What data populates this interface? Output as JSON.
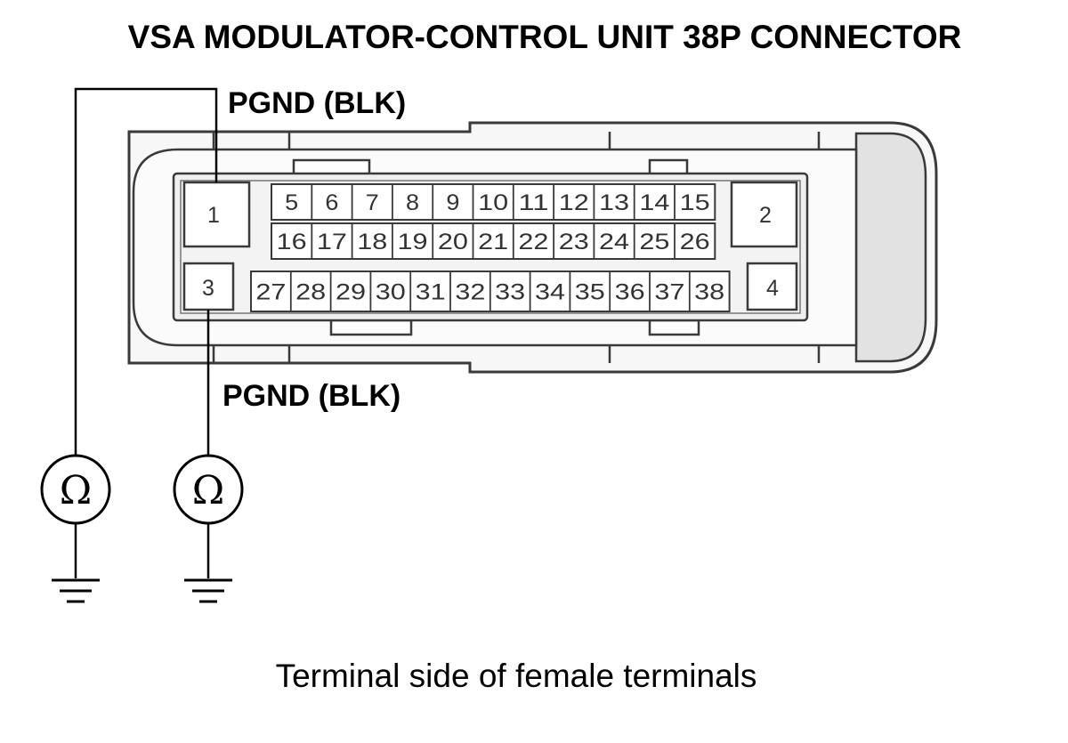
{
  "title": "VSA MODULATOR-CONTROL UNIT 38P CONNECTOR",
  "probe_top_label": "PGND (BLK)",
  "probe_bottom_label": "PGND (BLK)",
  "caption": "Terminal side of female terminals",
  "meter_symbol": "Ω",
  "meter_icon": "ohmmeter-icon",
  "ground_icon": "ground-icon",
  "pins": {
    "large": [
      "1",
      "2",
      "3",
      "4"
    ],
    "row1": [
      "5",
      "6",
      "7",
      "8",
      "9",
      "10",
      "11",
      "12",
      "13",
      "14",
      "15"
    ],
    "row2": [
      "16",
      "17",
      "18",
      "19",
      "20",
      "21",
      "22",
      "23",
      "24",
      "25",
      "26"
    ],
    "row3": [
      "27",
      "28",
      "29",
      "30",
      "31",
      "32",
      "33",
      "34",
      "35",
      "36",
      "37",
      "38"
    ]
  }
}
